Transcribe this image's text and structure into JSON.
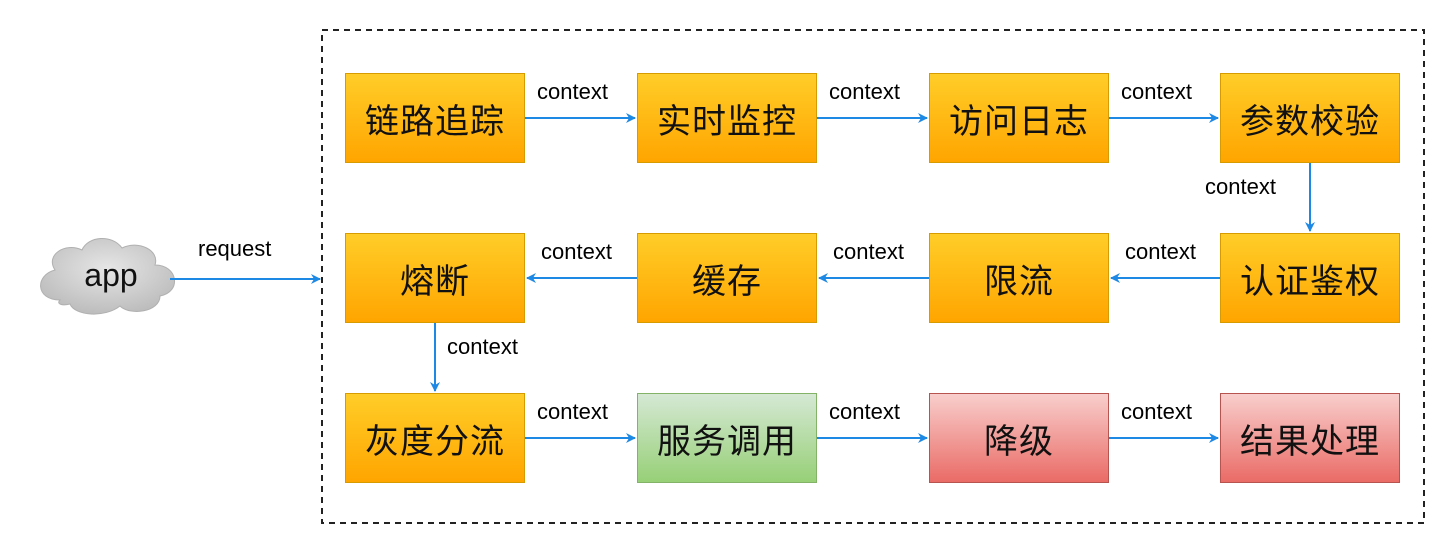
{
  "app_label": "app",
  "request_label": "request",
  "edge_label": "context",
  "nodes": [
    {
      "id": "trace",
      "label": "链路追踪",
      "style": "orange"
    },
    {
      "id": "monitor",
      "label": "实时监控",
      "style": "orange"
    },
    {
      "id": "access-log",
      "label": "访问日志",
      "style": "orange"
    },
    {
      "id": "param-check",
      "label": "参数校验",
      "style": "orange"
    },
    {
      "id": "auth",
      "label": "认证鉴权",
      "style": "orange"
    },
    {
      "id": "rate-limit",
      "label": "限流",
      "style": "orange"
    },
    {
      "id": "cache",
      "label": "缓存",
      "style": "orange"
    },
    {
      "id": "circuit-breaker",
      "label": "熔断",
      "style": "orange"
    },
    {
      "id": "gray-release",
      "label": "灰度分流",
      "style": "orange"
    },
    {
      "id": "service-call",
      "label": "服务调用",
      "style": "green"
    },
    {
      "id": "degrade",
      "label": "降级",
      "style": "red"
    },
    {
      "id": "result",
      "label": "结果处理",
      "style": "red"
    }
  ],
  "edges": [
    {
      "from": "trace",
      "to": "monitor",
      "label": "context"
    },
    {
      "from": "monitor",
      "to": "access-log",
      "label": "context"
    },
    {
      "from": "access-log",
      "to": "param-check",
      "label": "context"
    },
    {
      "from": "param-check",
      "to": "auth",
      "label": "context"
    },
    {
      "from": "auth",
      "to": "rate-limit",
      "label": "context"
    },
    {
      "from": "rate-limit",
      "to": "cache",
      "label": "context"
    },
    {
      "from": "cache",
      "to": "circuit-breaker",
      "label": "context"
    },
    {
      "from": "circuit-breaker",
      "to": "gray-release",
      "label": "context"
    },
    {
      "from": "gray-release",
      "to": "service-call",
      "label": "context"
    },
    {
      "from": "service-call",
      "to": "degrade",
      "label": "context"
    },
    {
      "from": "degrade",
      "to": "result",
      "label": "context"
    }
  ],
  "colors": {
    "arrow": "#1e88e5",
    "orange_fill": "#ffb915",
    "green_fill": "#b5dca6",
    "red_fill": "#f09c9a",
    "cloud_fill": "#cfcfcf"
  }
}
